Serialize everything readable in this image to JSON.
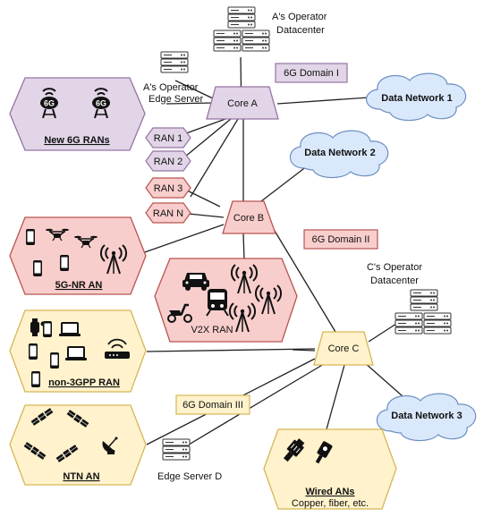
{
  "datacenter_a": [
    "A's Operator",
    "Datacenter"
  ],
  "edge_server_a": [
    "A's Operator",
    "Edge Server"
  ],
  "datacenter_c": [
    "C's Operator",
    "Datacenter"
  ],
  "edge_server_d": "Edge Server D",
  "cores": {
    "a": "Core A",
    "b": "Core B",
    "c": "Core C"
  },
  "domains": {
    "one": "6G Domain I",
    "two": "6G Domain II",
    "three": "6G Domain III"
  },
  "data_networks": {
    "one": "Data Network 1",
    "two": "Data Network 2",
    "three": "Data Network 3"
  },
  "rans": {
    "r1": "RAN 1",
    "r2": "RAN 2",
    "r3": "RAN 3",
    "rn": "RAN N"
  },
  "access_networks": {
    "new6g": "New 6G RANs",
    "nr5g": "5G-NR AN",
    "v2x": "V2X RAN",
    "non3gpp": "non-3GPP RAN",
    "ntn": "NTN AN",
    "wired": "Wired ANs",
    "wired_sub": "Copper, fiber, etc."
  },
  "badge_6g": "6G",
  "colors": {
    "purple_fill": "#e1d5e7",
    "purple_stroke": "#9673a6",
    "red_fill": "#f8cecc",
    "red_stroke": "#b85450",
    "yellow_fill": "#fff2cc",
    "yellow_stroke": "#d6b656",
    "cloud_fill": "#dae8fc",
    "cloud_stroke": "#6c8ebf"
  },
  "icons": [
    "server-rack-icon",
    "antenna-tower-icon",
    "smartphone-icon",
    "drone-icon",
    "car-icon",
    "train-icon",
    "scooter-icon",
    "laptop-icon",
    "router-icon",
    "satellite-icon",
    "satellite-dish-icon",
    "ethernet-plug-icon",
    "fiber-plug-icon"
  ]
}
